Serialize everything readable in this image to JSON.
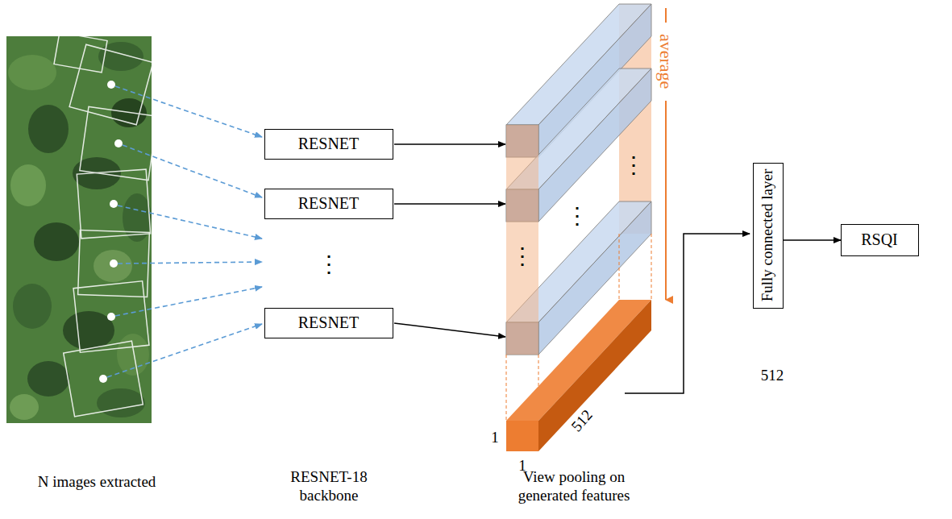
{
  "diagram": {
    "nodes": [
      {
        "text": [
          "RESNET"
        ]
      },
      {
        "text": [
          "RESNET"
        ]
      },
      {
        "text": [
          "RESNET"
        ]
      },
      {
        "text": [
          "Fully connected layer"
        ]
      },
      {
        "text": [
          "RSQI"
        ]
      }
    ],
    "edges": [
      {
        "from": 3,
        "to": 4,
        "arrow": "to"
      }
    ],
    "labels": [
      "⋮",
      "⋮",
      "⋮",
      "⋮",
      "average",
      "512",
      "1",
      "1",
      "512",
      "N images extracted",
      "RESNET-18 backbone",
      "View pooling on generated features"
    ]
  }
}
